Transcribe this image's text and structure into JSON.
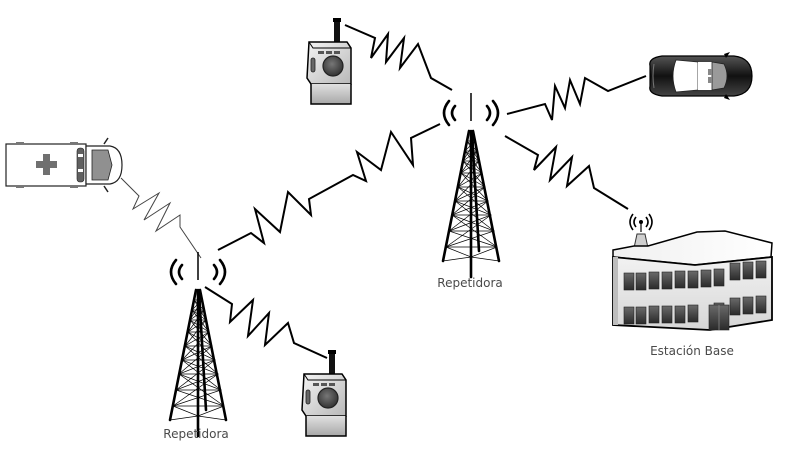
{
  "diagram": {
    "title": "",
    "nodes": [
      {
        "id": "repeater-main",
        "type": "tower",
        "label": "Repetidora"
      },
      {
        "id": "repeater-secondary",
        "type": "tower",
        "label": "Repetidora"
      },
      {
        "id": "base-station",
        "type": "building",
        "label": "Estación Base"
      },
      {
        "id": "radio-top",
        "type": "handheld-radio",
        "label": ""
      },
      {
        "id": "radio-bottom",
        "type": "handheld-radio",
        "label": ""
      },
      {
        "id": "car",
        "type": "patrol-car",
        "label": ""
      },
      {
        "id": "ambulance",
        "type": "ambulance",
        "label": ""
      }
    ],
    "links": [
      {
        "from": "radio-top",
        "to": "repeater-main",
        "style": "wireless"
      },
      {
        "from": "car",
        "to": "repeater-main",
        "style": "wireless"
      },
      {
        "from": "repeater-main",
        "to": "base-station",
        "style": "wireless"
      },
      {
        "from": "repeater-secondary",
        "to": "repeater-main",
        "style": "wireless"
      },
      {
        "from": "ambulance",
        "to": "repeater-secondary",
        "style": "wireless-thin"
      },
      {
        "from": "repeater-secondary",
        "to": "radio-bottom",
        "style": "wireless"
      }
    ]
  },
  "colors": {
    "background": "#ffffff",
    "line": "#000000",
    "label": "#4a4a4a",
    "building_wall": "#e8e8e8",
    "window": "#4a4a4a"
  }
}
